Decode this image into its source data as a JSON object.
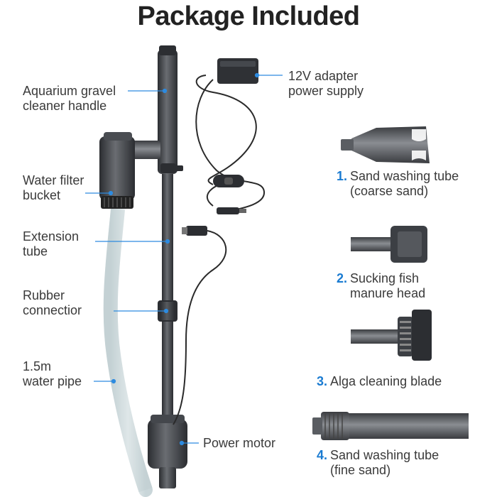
{
  "title": "Package Included",
  "labels": {
    "handle": "Aquarium gravel\ncleaner handle",
    "filter": "Water filter\nbucket",
    "extension": "Extension\ntube",
    "rubber": "Rubber\nconnectior",
    "pipe": "1.5m\nwater pipe",
    "motor": "Power motor",
    "adapter": "12V adapter\npower supply"
  },
  "accessories": [
    {
      "num": "1.",
      "name": "Sand washing tube\n(coarse sand)"
    },
    {
      "num": "2.",
      "name": "Sucking fish\nmanure head"
    },
    {
      "num": "3.",
      "name": "Alga cleaning blade"
    },
    {
      "num": "4.",
      "name": "Sand washing tube\n(fine sand)"
    }
  ],
  "colors": {
    "accent": "#1a7bd1",
    "device": "#3d4045",
    "pipe": "#dfe8ea"
  }
}
